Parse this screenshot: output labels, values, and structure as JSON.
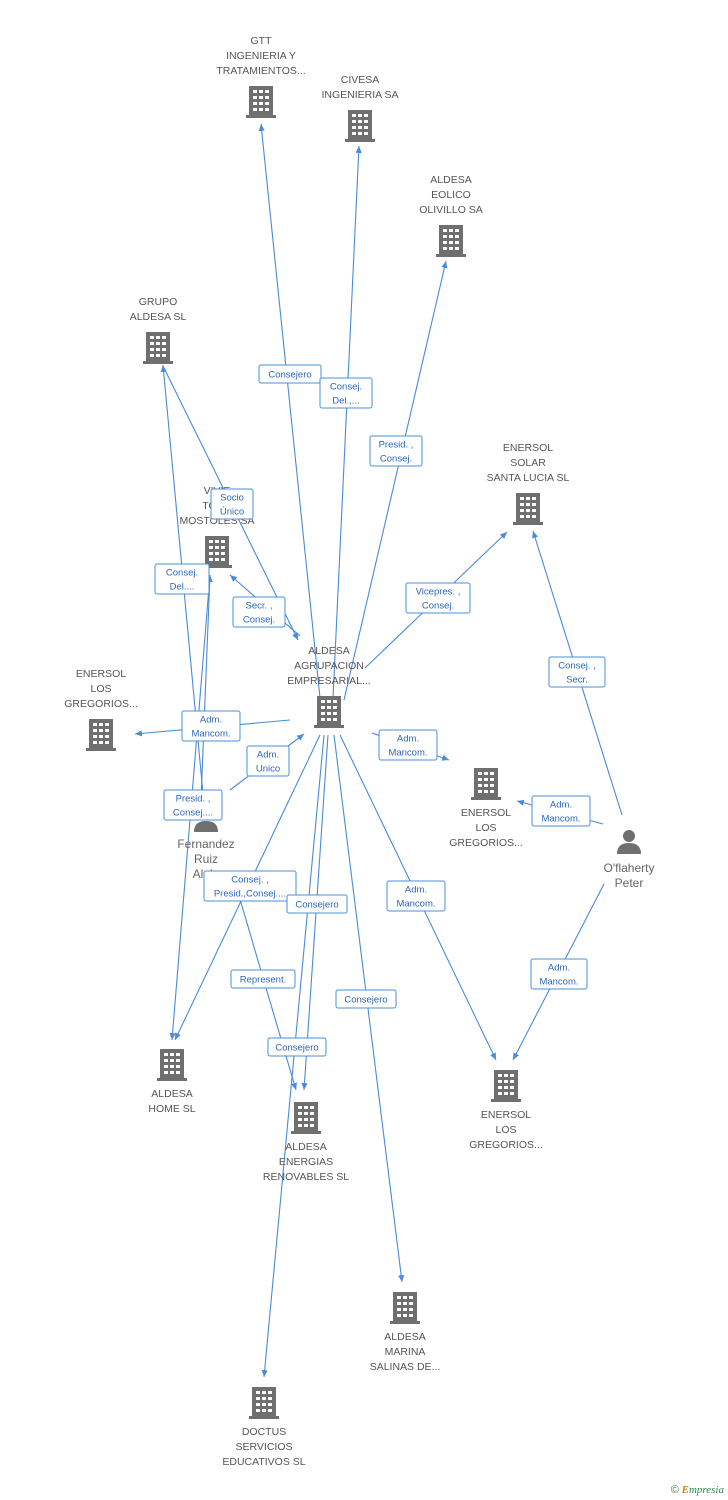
{
  "nodes": [
    {
      "id": "gtt",
      "type": "company",
      "label": [
        "GTT",
        "INGENIERIA Y",
        "TRATAMIENTOS..."
      ]
    },
    {
      "id": "civesa",
      "type": "company",
      "label": [
        "CIVESA",
        "INGENIERIA SA"
      ]
    },
    {
      "id": "eolico",
      "type": "company",
      "label": [
        "ALDESA",
        "EOLICO",
        "OLIVILLO SA"
      ]
    },
    {
      "id": "grupo",
      "type": "company",
      "label": [
        "GRUPO",
        "ALDESA SL"
      ]
    },
    {
      "id": "enersol_solar",
      "type": "company",
      "label": [
        "ENERSOL",
        "SOLAR",
        "SANTA LUCIA SL"
      ]
    },
    {
      "id": "vivie",
      "type": "company",
      "label": [
        "VIVIE",
        "TORR",
        "MOSTOLES SA"
      ]
    },
    {
      "id": "aldesa_agr",
      "type": "company",
      "label": [
        "ALDESA",
        "AGRUPACION",
        "EMPRESARIAL..."
      ]
    },
    {
      "id": "enersol_left",
      "type": "company",
      "label": [
        "ENERSOL",
        "LOS",
        "GREGORIOS..."
      ]
    },
    {
      "id": "enersol_mid",
      "type": "company",
      "label": [
        "ENERSOL",
        "LOS",
        "GREGORIOS..."
      ]
    },
    {
      "id": "fernandez",
      "type": "person",
      "label": [
        "Fernandez",
        "Ruiz",
        "Alejo"
      ]
    },
    {
      "id": "oflaherty",
      "type": "person",
      "label": [
        "O'flaherty",
        "Peter"
      ]
    },
    {
      "id": "home",
      "type": "company",
      "label": [
        "ALDESA",
        "HOME SL"
      ]
    },
    {
      "id": "energias",
      "type": "company",
      "label": [
        "ALDESA",
        "ENERGIAS",
        "RENOVABLES SL"
      ]
    },
    {
      "id": "enersol_bot",
      "type": "company",
      "label": [
        "ENERSOL",
        "LOS",
        "GREGORIOS..."
      ]
    },
    {
      "id": "marina",
      "type": "company",
      "label": [
        "ALDESA",
        "MARINA",
        "SALINAS DE..."
      ]
    },
    {
      "id": "doctus",
      "type": "company",
      "label": [
        "DOCTUS",
        "SERVICIOS",
        "EDUCATIVOS SL"
      ]
    }
  ],
  "edges": [
    {
      "from": "aldesa_agr",
      "to": "gtt",
      "label": [
        "Consejero"
      ]
    },
    {
      "from": "aldesa_agr",
      "to": "civesa",
      "label": [
        "Consej.",
        "Del.,..."
      ]
    },
    {
      "from": "aldesa_agr",
      "to": "eolico",
      "label": [
        "Presid. ,",
        "Consej."
      ]
    },
    {
      "from": "grupo",
      "to": "aldesa_agr",
      "label": [
        "Socio",
        "Único"
      ]
    },
    {
      "from": "aldesa_agr",
      "to": "vivie",
      "label": [
        "Secr. ,",
        "Consej."
      ]
    },
    {
      "from": "fernandez",
      "to": "vivie",
      "label": [
        "Consej.",
        "Del...."
      ]
    },
    {
      "from": "aldesa_agr",
      "to": "enersol_solar",
      "label": [
        "Vicepres. ,",
        "Consej."
      ]
    },
    {
      "from": "oflaherty",
      "to": "enersol_solar",
      "label": [
        "Consej. ,",
        "Secr."
      ]
    },
    {
      "from": "aldesa_agr",
      "to": "enersol_left",
      "label": [
        "Adm.",
        "Mancom."
      ]
    },
    {
      "from": "fernandez",
      "to": "aldesa_agr",
      "label": [
        "Adm.",
        "Unico"
      ]
    },
    {
      "from": "fernandez",
      "to": "grupo",
      "label": [
        "Presid. ,",
        "Consej...."
      ]
    },
    {
      "from": "aldesa_agr",
      "to": "enersol_mid",
      "label": [
        "Adm.",
        "Mancom."
      ]
    },
    {
      "from": "oflaherty",
      "to": "enersol_mid",
      "label": [
        "Adm.",
        "Mancom."
      ]
    },
    {
      "from": "fernandez",
      "to": "energias",
      "label": [
        "Consej. ,",
        "Presid.,Consej...."
      ]
    },
    {
      "from": "aldesa_agr",
      "to": "energias",
      "label": [
        "Consejero"
      ]
    },
    {
      "from": "aldesa_agr",
      "to": "home",
      "label": [
        "Represent."
      ]
    },
    {
      "from": "aldesa_agr",
      "to": "doctus",
      "label": [
        "Consejero"
      ]
    },
    {
      "from": "aldesa_agr",
      "to": "marina",
      "label": [
        "Consejero"
      ]
    },
    {
      "from": "aldesa_agr",
      "to": "enersol_bot",
      "label": [
        "Adm.",
        "Mancom."
      ]
    },
    {
      "from": "oflaherty",
      "to": "enersol_bot",
      "label": [
        "Adm.",
        "Mancom."
      ]
    },
    {
      "from": "vivie",
      "to": "home",
      "label": []
    }
  ],
  "footer": {
    "copyright": "©",
    "brand_initial": "E",
    "brand_rest": "mpresia"
  }
}
